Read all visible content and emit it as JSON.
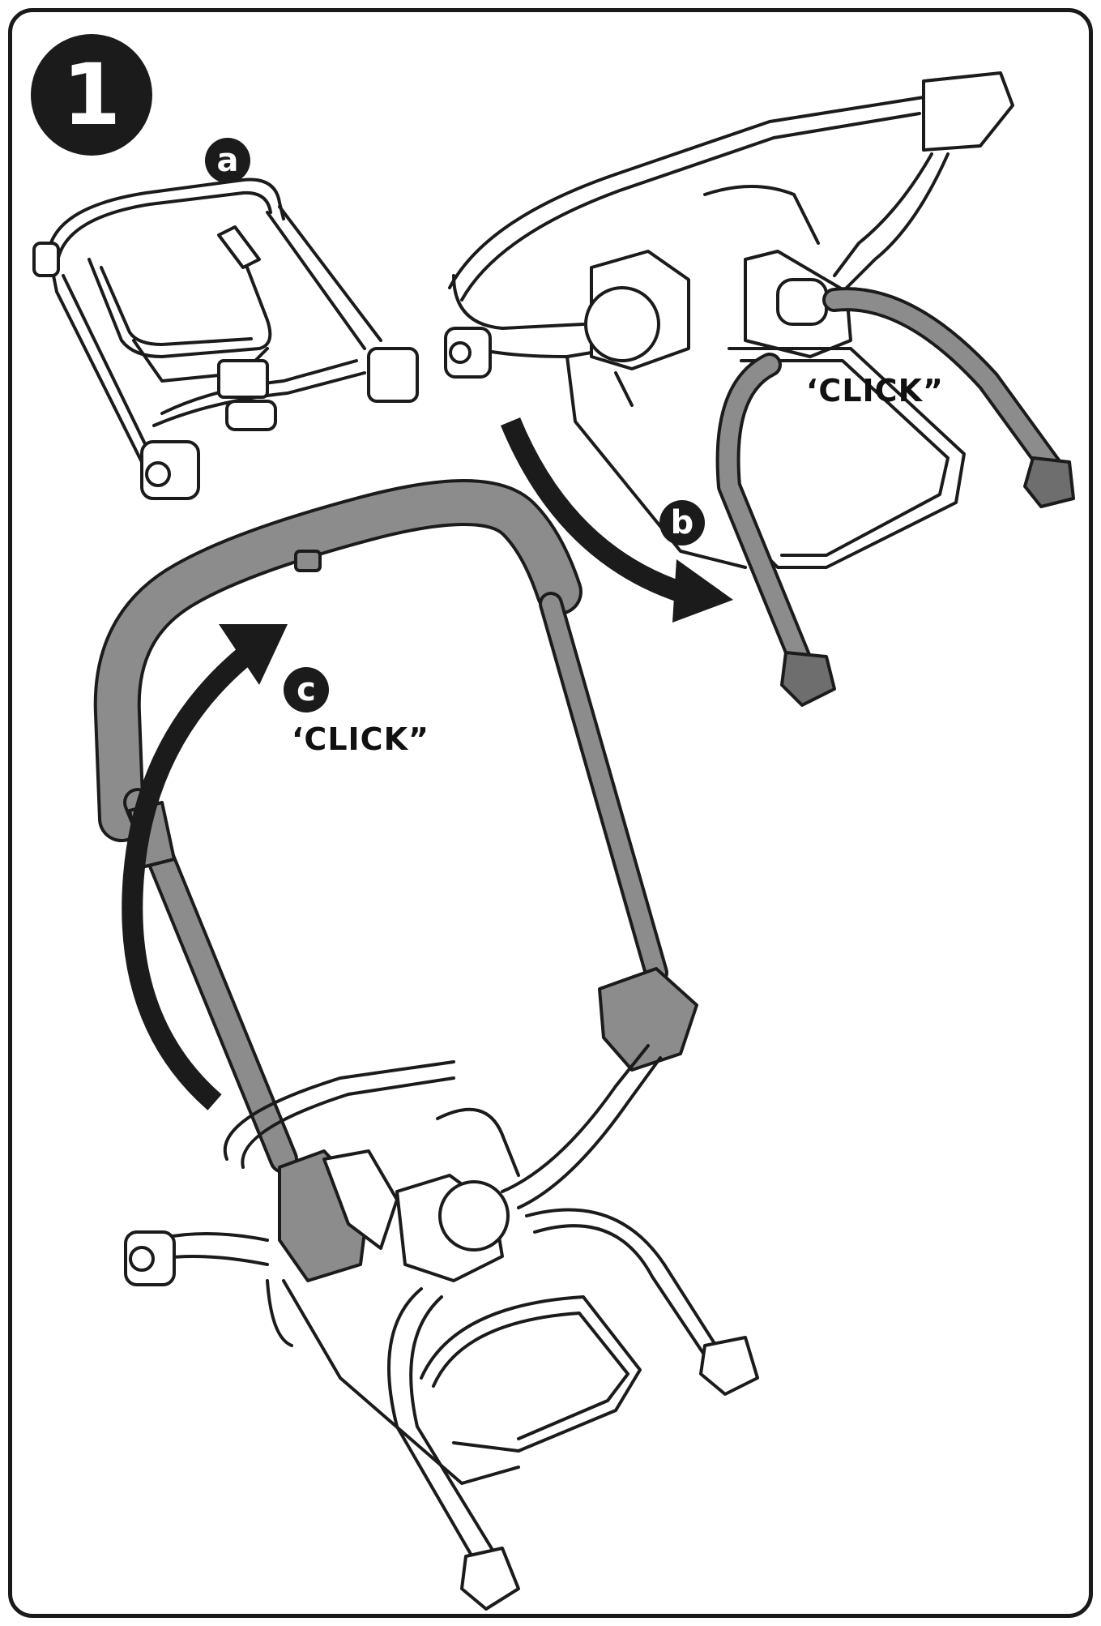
{
  "step": {
    "number": "1"
  },
  "sub_steps": [
    {
      "label": "a"
    },
    {
      "label": "b"
    },
    {
      "label": "c"
    }
  ],
  "callouts": {
    "click_b": "‘CLICK”",
    "click_c": "‘CLICK”"
  },
  "colors": {
    "ink": "#1b1b1b",
    "frame_fill": "#ffffff",
    "shaded_part": "#8c8c8c",
    "shaded_dark": "#6e6e6e"
  }
}
